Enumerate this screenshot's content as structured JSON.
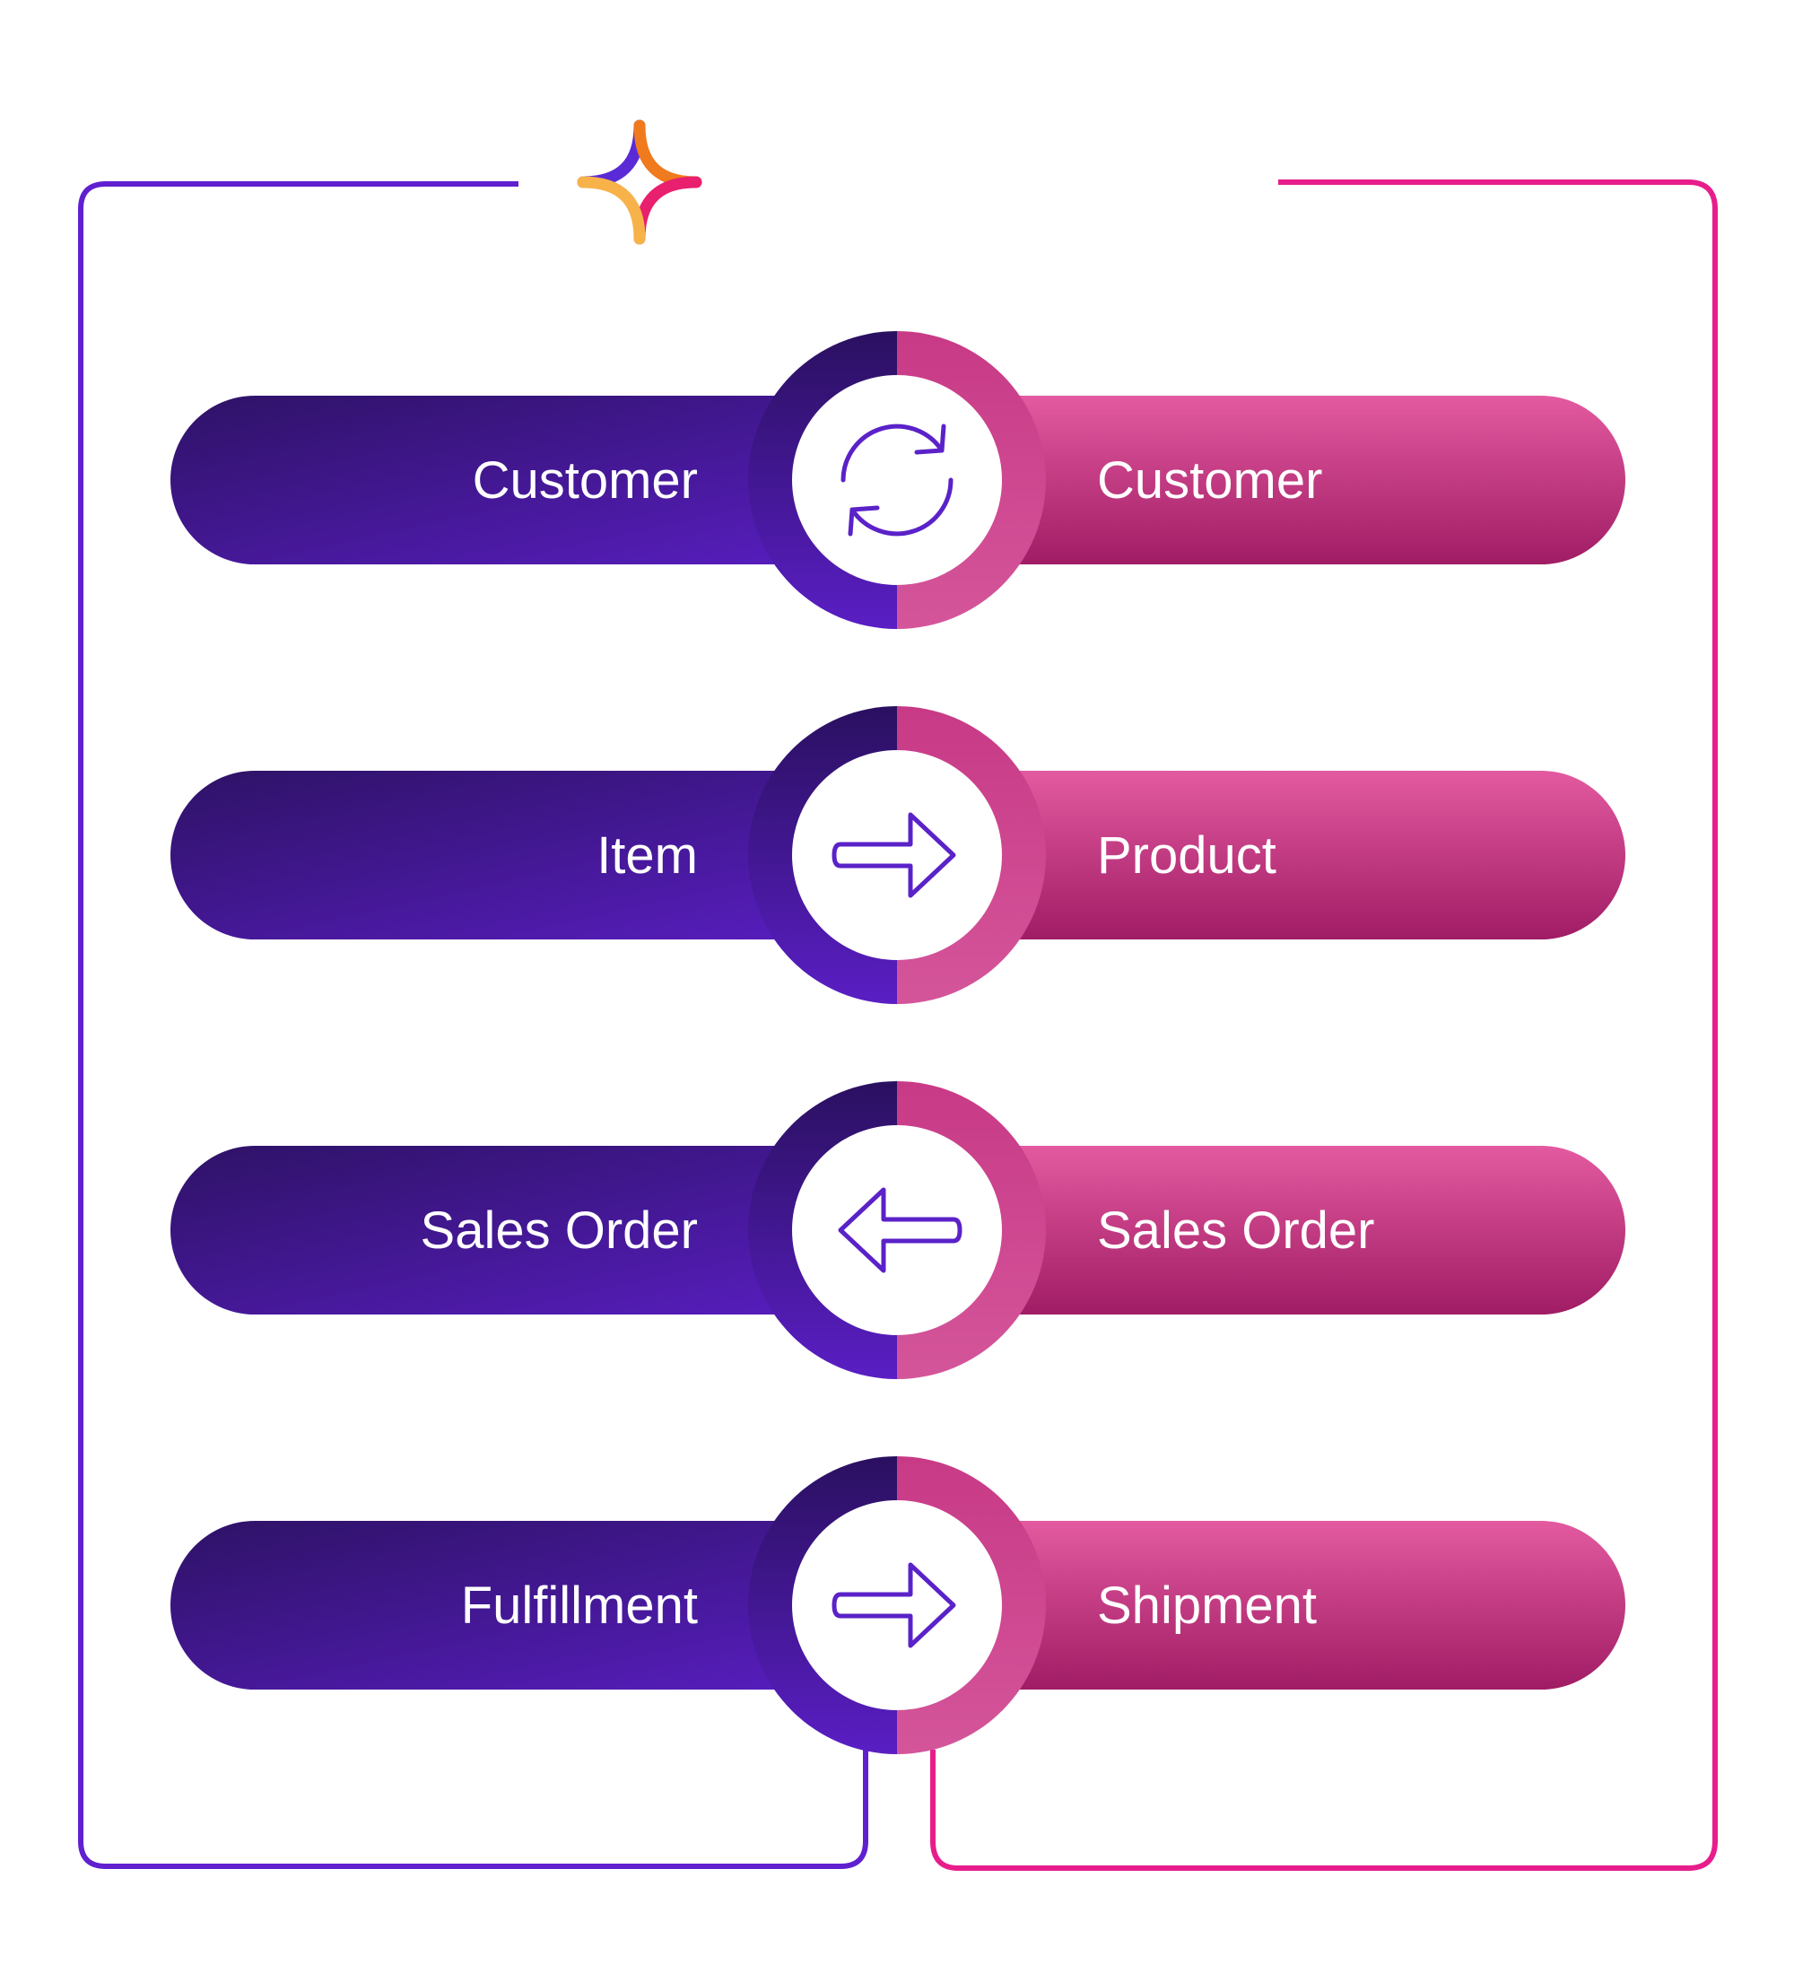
{
  "colors": {
    "left_dark": "#2e1266",
    "left_light": "#5a1ec4",
    "right_light": "#e35aa0",
    "right_dark": "#a01c64",
    "left_frame": "#6020d0",
    "right_frame": "#e81d8c",
    "icon_stroke": "#5a22c8",
    "logo_purple": "#5a2ad6",
    "logo_orange": "#f07a1e",
    "logo_pink": "#e8206e",
    "logo_yellow": "#f7b24a"
  },
  "logo": {
    "icon": "sparkle-logo-icon"
  },
  "mappings": [
    {
      "left": "Customer",
      "right": "Customer",
      "icon": "sync-icon"
    },
    {
      "left": "Item",
      "right": "Product",
      "icon": "arrow-right-icon"
    },
    {
      "left": "Sales Order",
      "right": "Sales Order",
      "icon": "arrow-left-icon"
    },
    {
      "left": "Fulfillment",
      "right": "Shipment",
      "icon": "arrow-right-icon"
    }
  ]
}
